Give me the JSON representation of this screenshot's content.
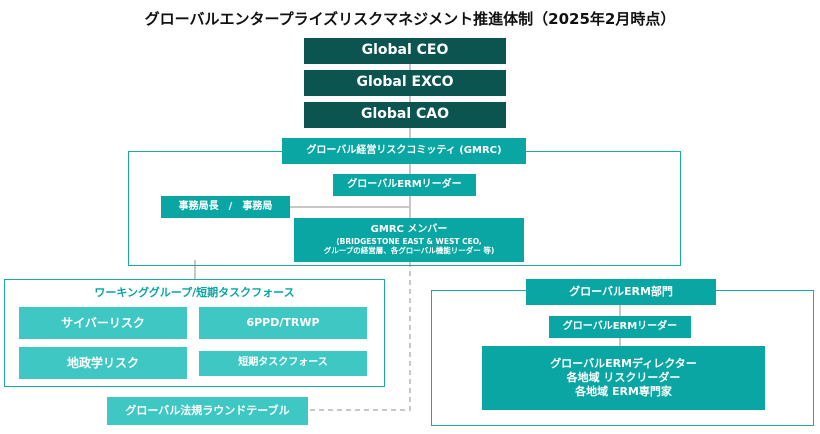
{
  "title": "グローバルエンタープライズリスクマネジメント推進体制（2025年2月時点）",
  "top": {
    "ceo": "Global CEO",
    "exco": "Global EXCO",
    "cao": "Global CAO"
  },
  "gmrc": {
    "header": "グローバル経営リスクコミッティ (GMRC)",
    "erm_leader": "グローバルERMリーダー",
    "secretariat": "事務局長　/　事務局",
    "members_title": "GMRC メンバー",
    "members_line1": "(BRIDGESTONE EAST & WEST CEO,",
    "members_line2": "グループの経営層、各グローバル機能リーダー 等)"
  },
  "working": {
    "header": "ワーキンググループ/短期タスクフォース",
    "items": [
      "サイバーリスク",
      "6PPD/TRWP",
      "地政学リスク",
      "短期タスクフォース"
    ]
  },
  "erm_dept": {
    "header": "グローバルERM部門",
    "leader": "グローバルERMリーダー",
    "detail_line1": "グローバルERMディレクター",
    "detail_line2": "各地域 リスクリーダー",
    "detail_line3": "各地域 ERM専門家"
  },
  "roundtable": "グローバル法規ラウンドテーブル",
  "colors": {
    "dark": "#0b5450",
    "teal": "#0aa6a3",
    "light": "#3ec7c3",
    "line": "#c8c8c8"
  }
}
